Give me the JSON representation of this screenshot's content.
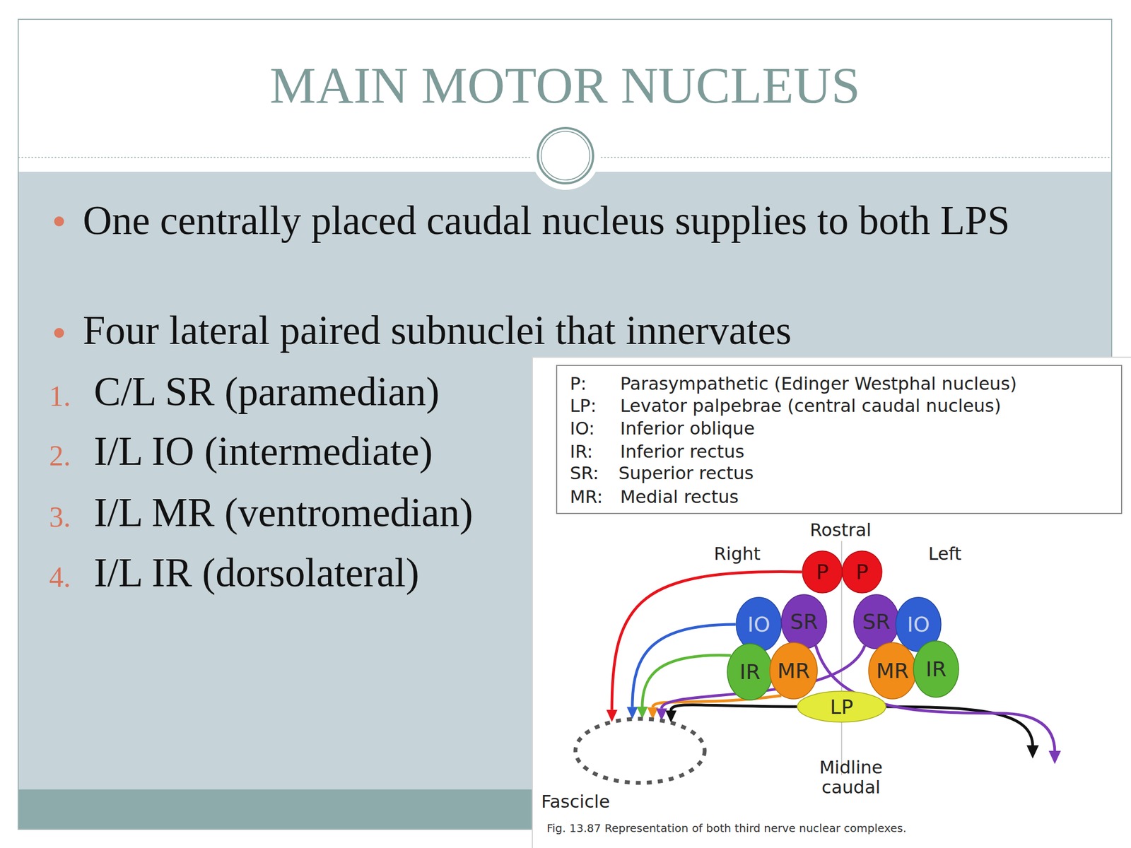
{
  "diagram": {
    "title": "MAIN MOTOR NUCLEUS",
    "caption": "Fig. 13.87 Representation of both third nerve nuclear complexes.",
    "nodes": [
      {
        "text": [
          "P"
        ]
      },
      {
        "text": [
          "P"
        ]
      },
      {
        "text": [
          "IO"
        ]
      },
      {
        "text": [
          "SR"
        ]
      },
      {
        "text": [
          "SR"
        ]
      },
      {
        "text": [
          "IO"
        ]
      },
      {
        "text": [
          "IR"
        ]
      },
      {
        "text": [
          "MR"
        ]
      },
      {
        "text": [
          "MR"
        ]
      },
      {
        "text": [
          "IR"
        ]
      },
      {
        "text": [
          "LP"
        ]
      },
      {
        "text": [
          "Fascicle"
        ]
      }
    ],
    "edges": [
      {
        "from": 0,
        "to": 11,
        "arrow": "to"
      },
      {
        "from": 2,
        "to": 11,
        "arrow": "to"
      },
      {
        "from": 6,
        "to": 11,
        "arrow": "to"
      },
      {
        "from": 7,
        "to": 11,
        "arrow": "to"
      },
      {
        "from": 4,
        "to": 11,
        "arrow": "to"
      },
      {
        "from": 10,
        "to": 11,
        "arrow": "to"
      }
    ],
    "labels": [
      "One centrally placed caudal nucleus supplies to both LPS",
      "Four lateral paired subnuclei that innervates",
      "1.",
      "C/L SR (paramedian)",
      "2.",
      "I/L IO (intermediate)",
      "3.",
      "I/L MR (ventromedian)",
      "4.",
      "I/L IR (dorsolateral)",
      "P:",
      "Parasympathetic (Edinger Westphal nucleus)",
      "LP:",
      "Levator palpebrae (central caudal nucleus)",
      "IO:",
      "Inferior oblique",
      "IR:",
      "Inferior rectus",
      "SR:",
      "Superior rectus",
      "MR:",
      "Medial rectus",
      "Rostral",
      "Right",
      "Left",
      "Midline caudal"
    ]
  }
}
